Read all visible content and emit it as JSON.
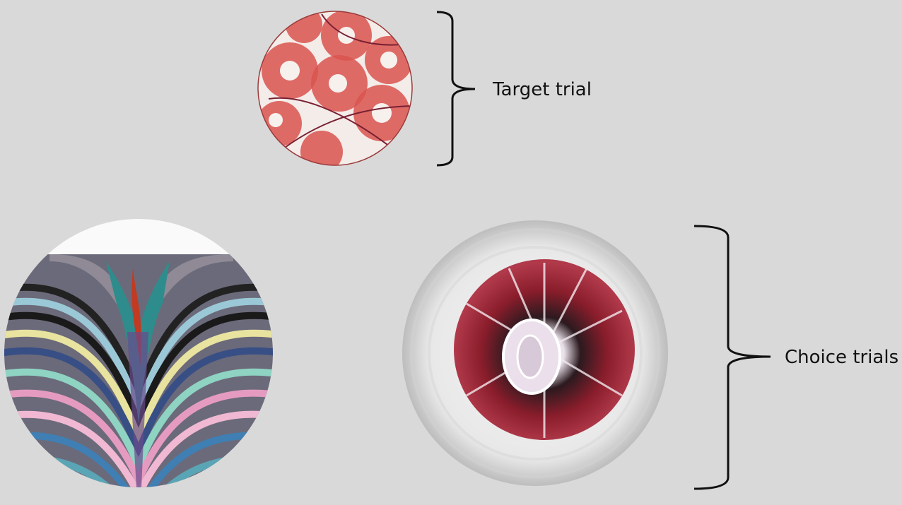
{
  "labels": {
    "target": "Target trial",
    "choice": "Choice trials"
  },
  "images": {
    "target": "watercolor red rings (blood cells)",
    "choice_left": "marbled stripe painting",
    "choice_right": "red crystalline petri dish"
  },
  "colors": {
    "background": "#d9d9d9",
    "bracket": "#111111"
  },
  "icons": [
    "bracket-icon"
  ]
}
